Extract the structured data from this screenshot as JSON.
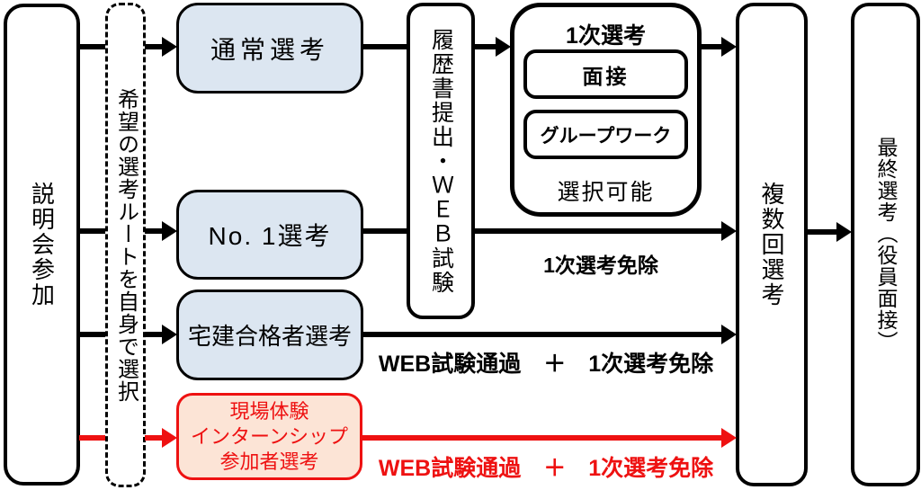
{
  "diagram": {
    "background": "#ffffff",
    "colors": {
      "node_fill_blue": "#dce6f1",
      "node_fill_peach": "#fce4d6",
      "accent_red": "#ee1111",
      "line_black": "#000000"
    },
    "nodes": {
      "session": {
        "label": "説明会参加"
      },
      "route_select": {
        "label": "希望の選考ルートを自身で選択"
      },
      "normal": {
        "label": "通常選考"
      },
      "no1": {
        "label": "No. 1選考"
      },
      "takken": {
        "label": "宅建合格者選考"
      },
      "internship": {
        "lines": [
          "現場体験",
          "インターンシップ",
          "参加者選考"
        ]
      },
      "resume_web": {
        "label": "履歴書提出・ＷＥＢ試験"
      },
      "first_round": {
        "title": "1次選考",
        "option_interview": "面接",
        "option_groupwork": "グループワーク",
        "note": "選択可能"
      },
      "multi_round": {
        "label": "複数回選考"
      },
      "final_round": {
        "label": "最終選考（役員面接）"
      }
    },
    "edge_labels": {
      "no1_route": "1次選考免除",
      "takken_route": "WEB試験通過　＋　1次選考免除",
      "internship_route": "WEB試験通過　＋　1次選考免除"
    }
  }
}
